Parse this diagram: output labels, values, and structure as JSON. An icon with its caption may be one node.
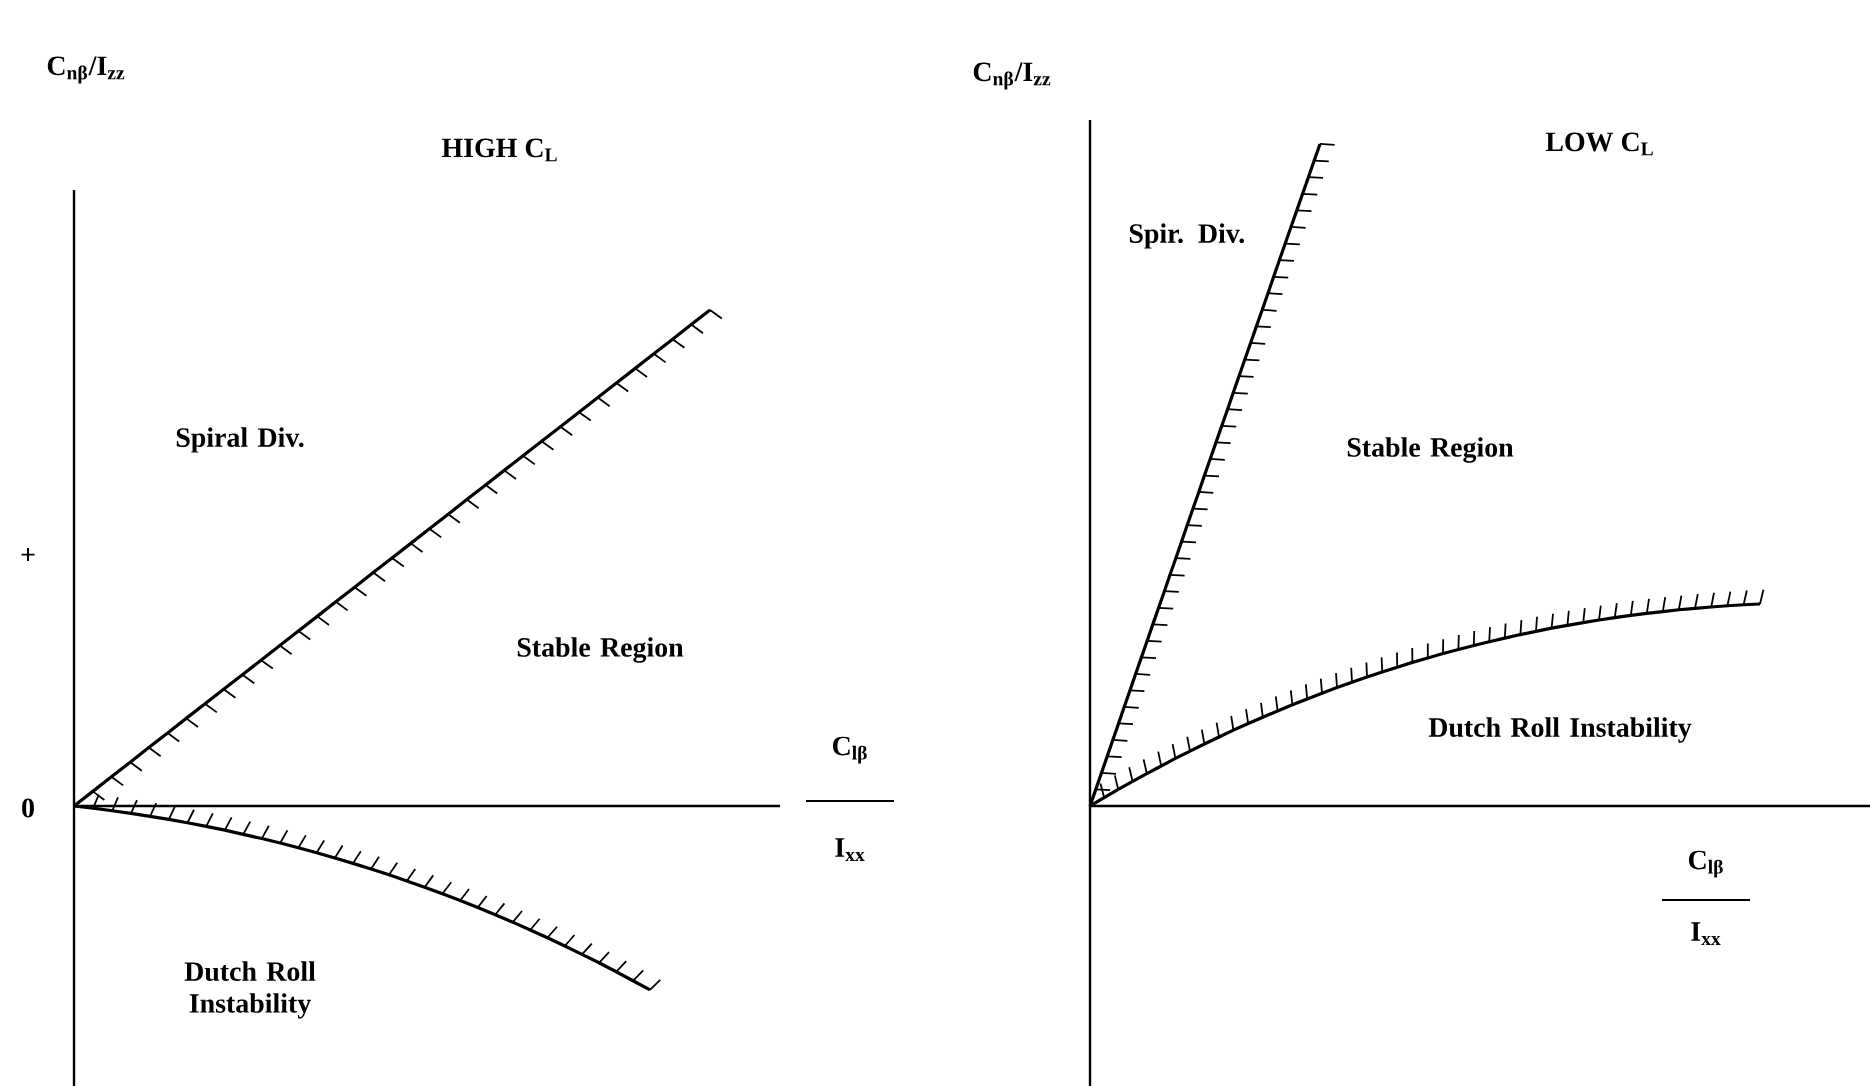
{
  "diagram": {
    "labels": [
      "C$_{nβ}$/I$_{zz}$",
      "HIGH C$_{L}$",
      "Spiral Div.",
      "+",
      "Stable Region",
      "0",
      "C$_{lβ}$",
      "I$_{xx}$",
      "Dutch Roll Instability",
      "C$_{nβ}$/I$_{zz}$",
      "LOW C$_{L}$",
      "Spir. Div.",
      "Stable Region",
      "Dutch Roll Instability",
      "C$_{lβ}$",
      "I$_{xx}$"
    ]
  }
}
